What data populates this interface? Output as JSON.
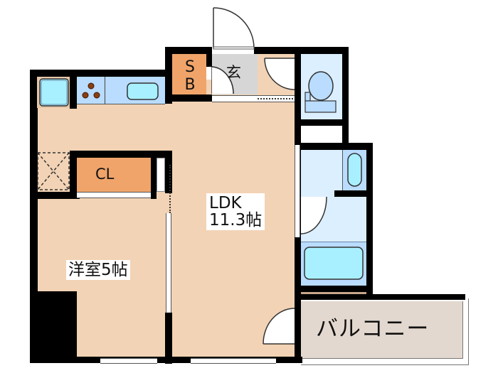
{
  "floor_plan": {
    "rooms": {
      "ldk": {
        "name": "LDK",
        "size": "11.3帖"
      },
      "western_room": {
        "label": "洋室5帖"
      },
      "closet": {
        "label": "CL"
      },
      "shoe_box": {
        "label_top": "S",
        "label_bottom": "B"
      },
      "entrance": {
        "label": "玄"
      },
      "balcony": {
        "label": "バルコニー"
      }
    },
    "fixtures": [
      "refrigerator-space",
      "kitchen-sink",
      "gas-stove",
      "washing-machine-space",
      "toilet",
      "washbasin",
      "bathtub"
    ],
    "colors": {
      "wall": "#000000",
      "living_floor": "#f2d3b5",
      "storage": "#f0a46a",
      "entrance": "#d6d6d6",
      "wet_area": "#dcefff",
      "fixture_blue": "#b9dcff",
      "fixture_cyan": "#a8f0ff",
      "balcony": "#e3d8cf",
      "burner": "#8b3e0f"
    }
  }
}
